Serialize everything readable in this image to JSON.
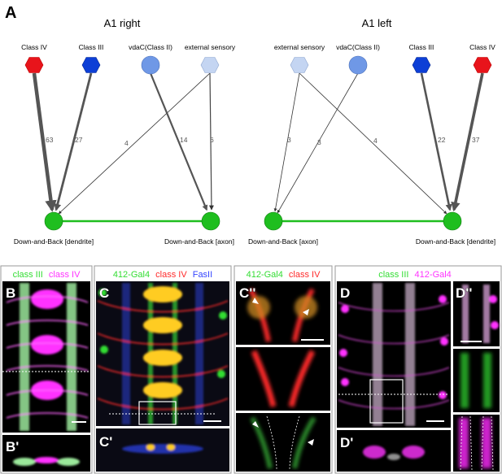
{
  "panel_a": {
    "letter": "A",
    "right": {
      "title": "A1 right",
      "nodes": [
        "Class IV",
        "Class III",
        "vdaC(Class II)",
        "external sensory"
      ],
      "targets": [
        "Down-and-Back [dendrite]",
        "Down-and-Back [axon]"
      ],
      "edge_labels": [
        "63",
        "27",
        "4",
        "14",
        "6"
      ]
    },
    "left": {
      "title": "A1 left",
      "nodes": [
        "external sensory",
        "vdaC(Class II)",
        "Class III",
        "Class IV"
      ],
      "targets": [
        "Down-and-Back [axon]",
        "Down-and-Back [dendrite]"
      ],
      "edge_labels": [
        "3",
        "3",
        "4",
        "22",
        "37"
      ]
    }
  },
  "colors": {
    "class_iv": "#e8141b",
    "class_iii": "#0d3fd6",
    "class_ii": "#6f98e6",
    "external_sensory": "#c4d5f2",
    "down_and_back": "#1fbe1f",
    "magenta": "#ff33ff",
    "green": "#33dd33",
    "red": "#ff2a2a",
    "blue": "#3344ff"
  },
  "panel_b": {
    "letter": "B",
    "sub_letter": "B'",
    "header": {
      "a": "class III",
      "b": "class IV"
    }
  },
  "panel_c": {
    "letter": "C",
    "sub_letter": "C'",
    "header": {
      "a": "412-Gal4",
      "b": "class IV",
      "c": "FasII"
    }
  },
  "panel_c2": {
    "letter": "C''",
    "header": {
      "a": "412-Gal4",
      "b": "class IV"
    }
  },
  "panel_d": {
    "letter": "D",
    "sub_letter": "D'",
    "header": {
      "a": "class III",
      "b": "412-Gal4"
    }
  },
  "panel_d2": {
    "letter": "D''"
  }
}
